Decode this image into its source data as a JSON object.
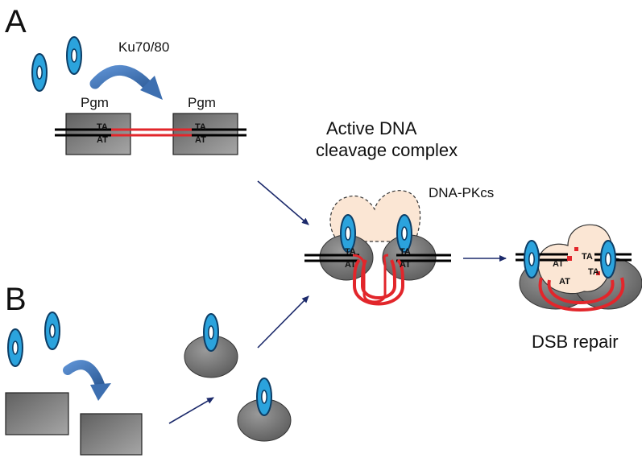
{
  "panels": {
    "a": "A",
    "b": "B"
  },
  "labels": {
    "ku": "Ku70/80",
    "pgm_left": "Pgm",
    "pgm_right": "Pgm",
    "active_line1": "Active DNA",
    "active_line2": "cleavage complex",
    "dnapkcs": "DNA-PKcs",
    "dsb": "DSB repair"
  },
  "bases": {
    "ta": "TA",
    "at": "AT"
  },
  "icons": {
    "ku": "ku70-80-ring-icon",
    "arrow": "curved-arrow-icon"
  },
  "colors": {
    "ku_fill": "#2ba3dd",
    "ku_stroke": "#0d3e66",
    "pgm_gray": "#808080",
    "dna_red": "#e2262b",
    "dnapkcs_fill": "#fbe6d4",
    "arrow_blue": "#3d6fb0",
    "nav_arrow": "#1c2a6b"
  }
}
